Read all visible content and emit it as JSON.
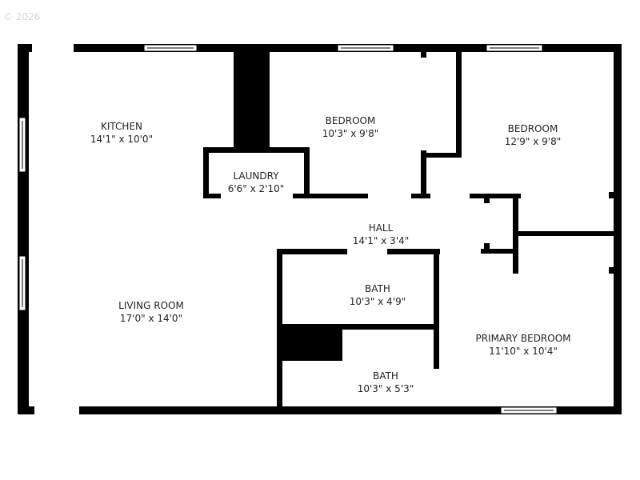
{
  "copyright": "© 2026",
  "colors": {
    "wall": "#000000",
    "background": "#ffffff",
    "text": "#222222",
    "window": "#ffffff"
  },
  "rooms": [
    {
      "name": "KITCHEN",
      "dims": "14'1\" x 10'0\""
    },
    {
      "name": "BEDROOM",
      "dims": "10'3\" x 9'8\""
    },
    {
      "name": "BEDROOM",
      "dims": "12'9\" x 9'8\""
    },
    {
      "name": "LAUNDRY",
      "dims": "6'6\" x 2'10\""
    },
    {
      "name": "HALL",
      "dims": "14'1\" x 3'4\""
    },
    {
      "name": "LIVING ROOM",
      "dims": "17'0\" x 14'0\""
    },
    {
      "name": "BATH",
      "dims": "10'3\" x 4'9\""
    },
    {
      "name": "BATH",
      "dims": "10'3\" x 5'3\""
    },
    {
      "name": "PRIMARY BEDROOM",
      "dims": "11'10\" x 10'4\""
    }
  ]
}
